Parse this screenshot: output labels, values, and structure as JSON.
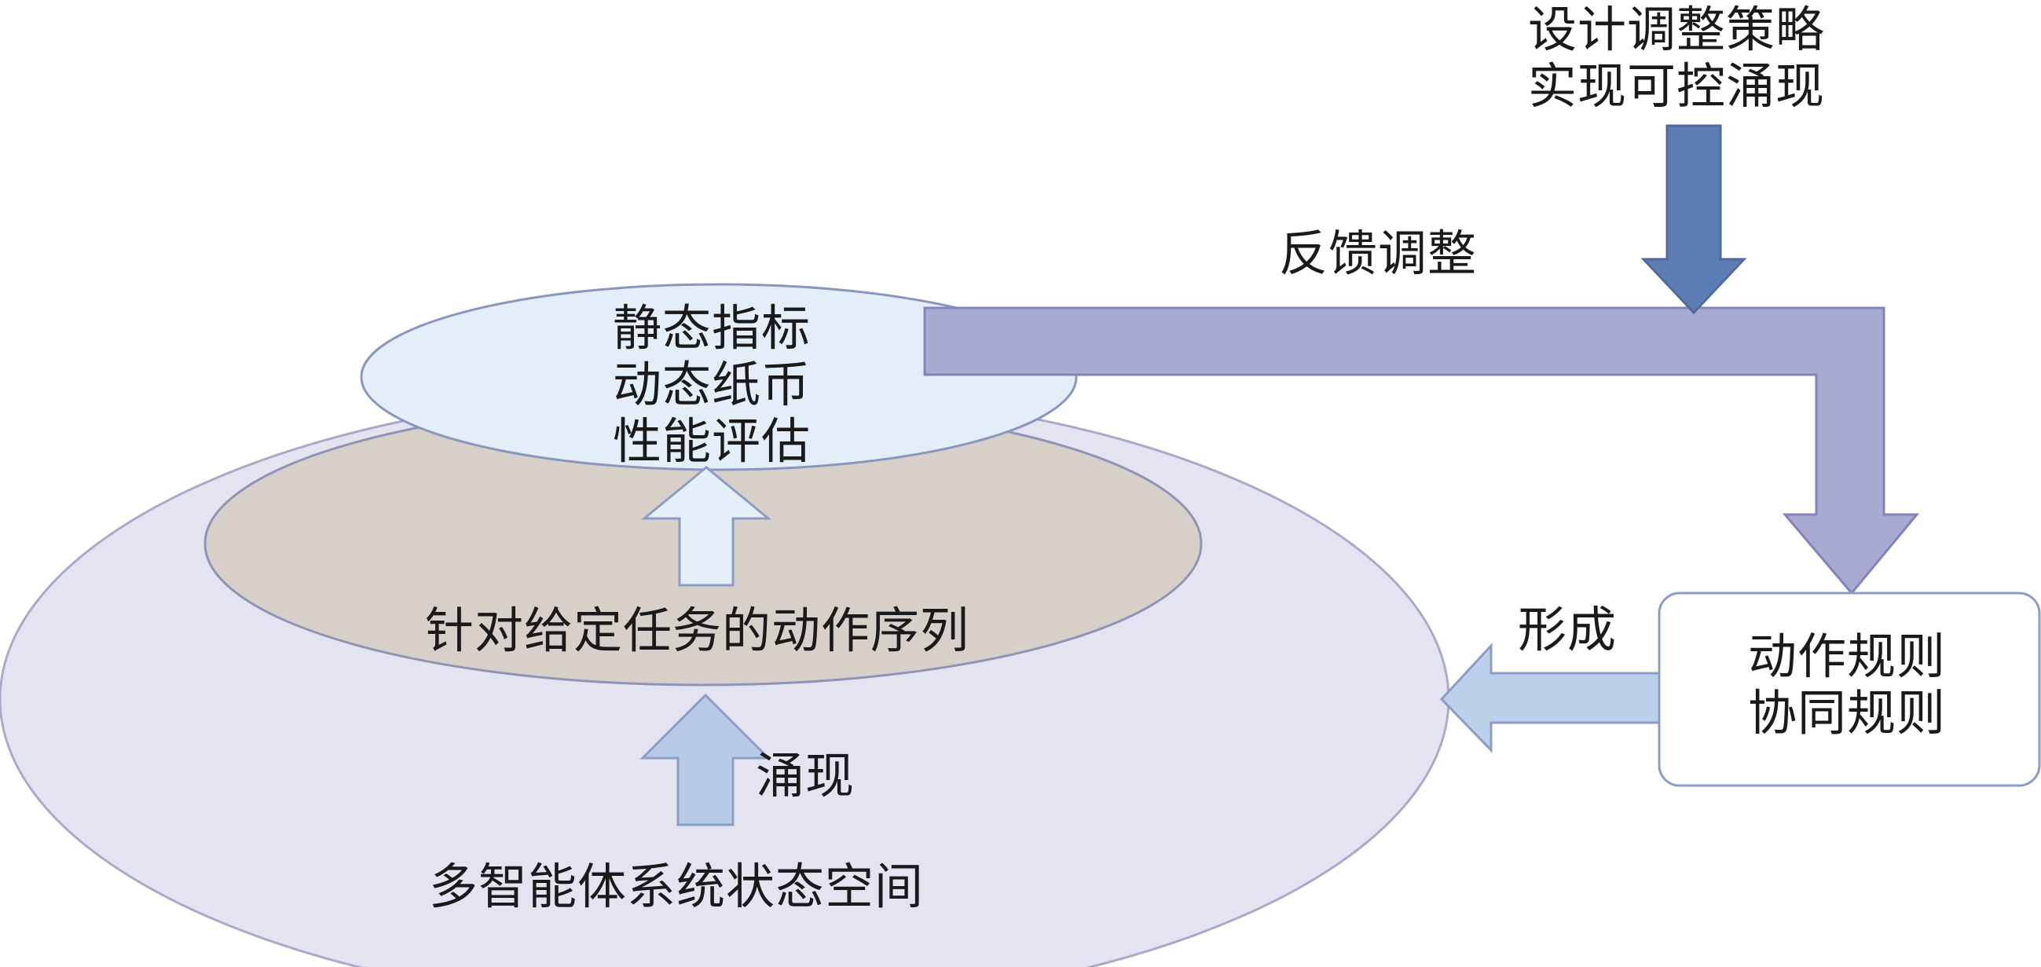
{
  "labels": {
    "strategy": [
      "设计调整策略",
      "实现可控涌现"
    ],
    "feedback": "反馈调整",
    "metrics": [
      "静态指标",
      "动态纸币",
      "性能评估"
    ],
    "action_sequence": "针对给定任务的动作序列",
    "emergence": "涌现",
    "state_space": "多智能体系统状态空间",
    "form": "形成",
    "rules": [
      "动作规则",
      "协同规则"
    ]
  },
  "colors": {
    "outer_ellipse": "#e4e4f0",
    "middle_ellipse": "#d6d0c8",
    "top_ellipse": "#e3eef9",
    "feedback_arrow": "#a9aad0",
    "strategy_arrow": "#5f7db5",
    "light_arrow": "#bcd0ea",
    "rules_box": "#ffffff"
  }
}
